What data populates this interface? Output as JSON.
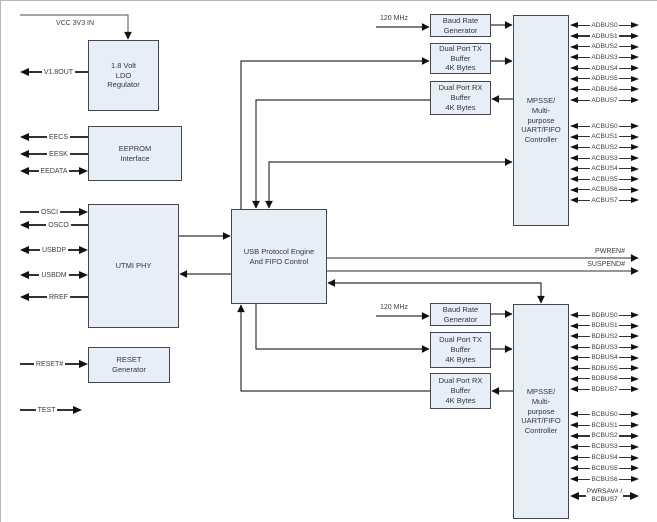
{
  "colors": {
    "box_fill": "#e8eef7",
    "box_border": "#44484e",
    "wire": "#303338",
    "arrow": "#101114"
  },
  "labels": {
    "vcc": "VCC 3V3 IN",
    "mhz_a": "120 MHz",
    "mhz_b": "120 MHz",
    "pwren": "PWREN#",
    "suspend": "SUSPEND#"
  },
  "signals": {
    "v18out": "V1.8OUT",
    "eecs": "EECS",
    "eesk": "EESK",
    "eedata": "EEDATA",
    "osci": "OSCI",
    "osco": "OSCO",
    "usbdp": "USBDP",
    "usbdm": "USBDM",
    "rref": "RREF",
    "reset": "RESET#",
    "test": "TEST"
  },
  "boxes": {
    "ldo": "1.8 Volt\nLDO\nRegulator",
    "eeprom": "EEPROM\nInterface",
    "phy": "UTMI PHY",
    "reset_gen": "RESET\nGenerator",
    "engine": "USB Protocol Engine\nAnd FIFO Control",
    "baud_a": "Baud Rate\nGenerator",
    "tx_a": "Dual Port TX\nBuffer\n4K Bytes",
    "rx_a": "Dual Port RX\nBuffer\n4K Bytes",
    "baud_b": "Baud Rate\nGenerator",
    "tx_b": "Dual Port TX\nBuffer\n4K Bytes",
    "rx_b": "Dual Port RX\nBuffer\n4K Bytes",
    "mpsse_a": "MPSSE/\nMulti-\npurpose\nUART/FIFO\nController",
    "mpsse_b": "MPSSE/\nMulti-\npurpose\nUART/FIFO\nController"
  },
  "buses": {
    "adbus": [
      "ADBUS0",
      "ADBUS1",
      "ADBUS2",
      "ADBUS3",
      "ADBUS4",
      "ADBUS5",
      "ADBUS6",
      "ADBUS7"
    ],
    "acbus": [
      "ACBUS0",
      "ACBUS1",
      "ACBUS2",
      "ACBUS3",
      "ACBUS4",
      "ACBUS5",
      "ACBUS6",
      "ACBUS7"
    ],
    "bdbus": [
      "BDBUS0",
      "BDBUS1",
      "BDBUS2",
      "BDBUS3",
      "BDBUS4",
      "BDBUS5",
      "BDBUS6",
      "BDBUS7"
    ],
    "bcbus": [
      "BCBUS0",
      "BCBUS1",
      "BCBUS2",
      "BCBUS3",
      "BCBUS4",
      "BCBUS5",
      "BCBUS6"
    ],
    "bcbus7": "PWRSAV# /\nBCBUS7"
  }
}
